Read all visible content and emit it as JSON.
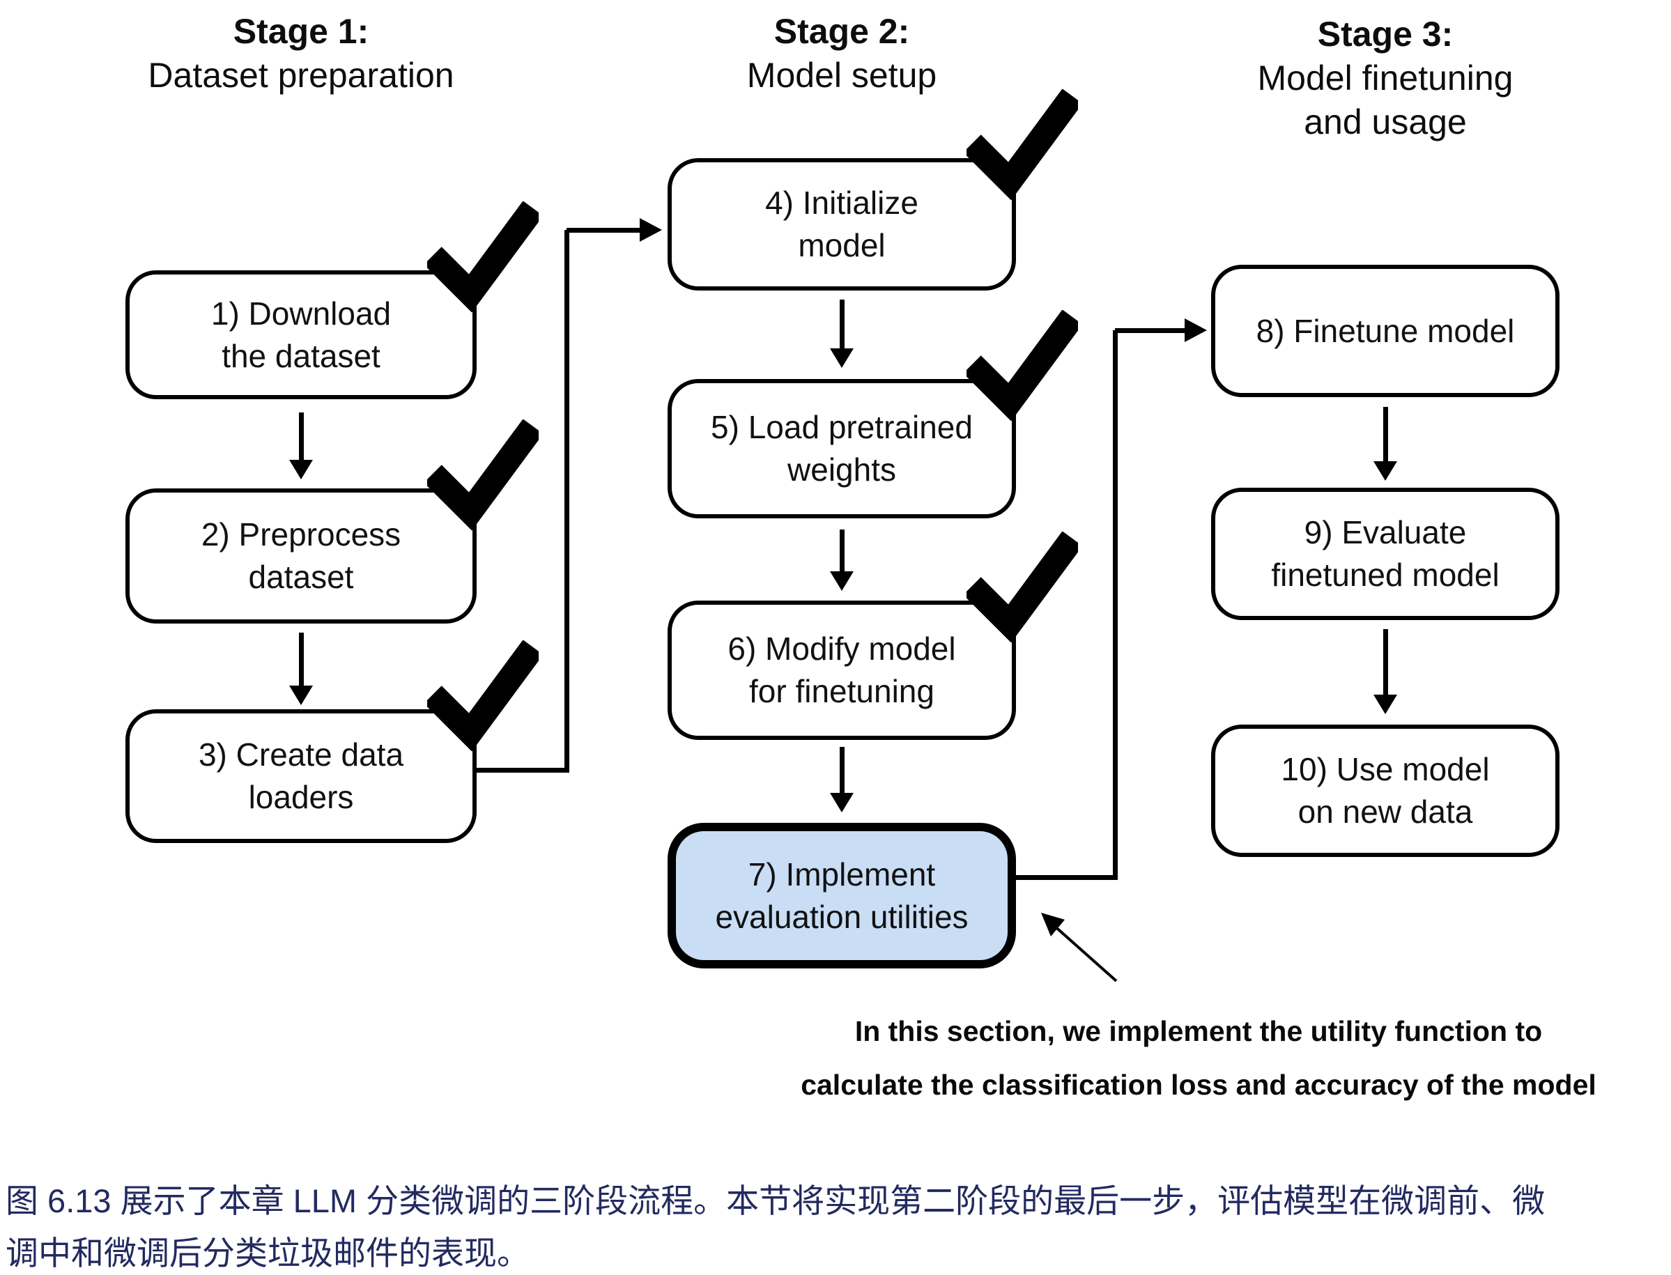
{
  "stage1": {
    "title": "Stage 1:",
    "subtitle": "Dataset preparation",
    "box1": {
      "line1": "1) Download",
      "line2": "the dataset"
    },
    "box2": {
      "line1": "2) Preprocess",
      "line2": "dataset"
    },
    "box3": {
      "line1": "3) Create data",
      "line2": "loaders"
    }
  },
  "stage2": {
    "title": "Stage 2:",
    "subtitle": "Model setup",
    "box4": {
      "line1": "4) Initialize",
      "line2": "model"
    },
    "box5": {
      "line1": "5) Load pretrained",
      "line2": "weights"
    },
    "box6": {
      "line1": "6) Modify model",
      "line2": "for finetuning"
    },
    "box7": {
      "line1": "7) Implement",
      "line2": "evaluation utilities"
    }
  },
  "stage3": {
    "title": "Stage 3:",
    "subtitle_line1": "Model finetuning",
    "subtitle_line2": "and usage",
    "box8": {
      "line1": "8) Finetune model"
    },
    "box9": {
      "line1": "9) Evaluate",
      "line2": "finetuned model"
    },
    "box10": {
      "line1": "10) Use model",
      "line2": "on new data"
    }
  },
  "annotation": {
    "line1": "In this section, we implement the utility function to",
    "line2": "calculate the classification loss and accuracy of the model"
  },
  "caption": {
    "line1": "图 6.13 展示了本章 LLM 分类微调的三阶段流程。本节将实现第二阶段的最后一步，评估模型在微调前、微",
    "line2": "调中和微调后分类垃圾邮件的表现。"
  },
  "icons": {
    "checkmark": "completed-step-checkmark",
    "arrow": "flow-arrow"
  },
  "colors": {
    "highlight_fill": "#c9ddf5",
    "stroke": "#000000",
    "caption_text": "#222a60"
  }
}
